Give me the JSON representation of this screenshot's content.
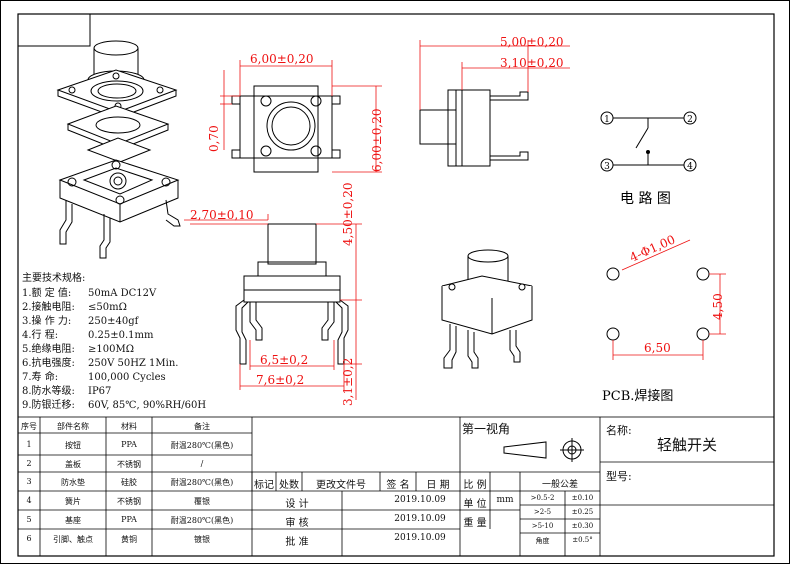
{
  "dimensions": {
    "top_width": "6,00±0,20",
    "top_offset": "0,70",
    "top_height": "6,00±0,20",
    "side_total": "5,00±0,20",
    "side_body": "3,10±0,20",
    "front_cap": "2,70±0,10",
    "front_height": "4,50±0,20",
    "front_pin_inner": "6,5±0,2",
    "front_pin_outer": "7,6±0,2",
    "front_pin_len": "3,1±0,2"
  },
  "circuit": {
    "title": "电 路 图",
    "pins": [
      "1",
      "2",
      "3",
      "4"
    ]
  },
  "pcb": {
    "title": "PCB.焊接图",
    "hole_dia": "4-Φ1,00",
    "dim_v": "4,50",
    "dim_h": "6,50"
  },
  "specs": {
    "title": "主要技术规格:",
    "items": [
      {
        "label": "1.额 定 值:",
        "value": "50mA DC12V"
      },
      {
        "label": "2.接触电阻:",
        "value": "≤50mΩ"
      },
      {
        "label": "3.操 作 力:",
        "value": "250±40gf"
      },
      {
        "label": "4.行    程:",
        "value": "0.25±0.1mm"
      },
      {
        "label": "5.绝缘电阻:",
        "value": "≥100MΩ"
      },
      {
        "label": "6.抗电强度:",
        "value": "250V 50HZ 1Min."
      },
      {
        "label": "7.寿    命:",
        "value": "100,000 Cycles"
      },
      {
        "label": "8.防水等级:",
        "value": "IP67"
      },
      {
        "label": "9.防银迁移:",
        "value": "60V, 85℃, 90%RH/60H"
      }
    ]
  },
  "bom": {
    "headers": [
      "序号",
      "部件名称",
      "材料",
      "备注"
    ],
    "rows": [
      [
        "1",
        "按钮",
        "PPA",
        "耐温280℃(黑色)"
      ],
      [
        "2",
        "盖板",
        "不锈钢",
        "/"
      ],
      [
        "3",
        "防水垫",
        "硅胶",
        "耐温280℃(黑色)"
      ],
      [
        "4",
        "簧片",
        "不锈钢",
        "覆银"
      ],
      [
        "5",
        "基座",
        "PPA",
        "耐温280℃(黑色)"
      ],
      [
        "6",
        "引脚、触点",
        "黄铜",
        "镀银"
      ]
    ]
  },
  "revision": {
    "headers": [
      "标记",
      "处数",
      "更改文件号",
      "签 名",
      "日 期"
    ],
    "rows": [
      {
        "label": "设  计",
        "date": "2019.10.09"
      },
      {
        "label": "审  核",
        "date": "2019.10.09"
      },
      {
        "label": "批  准",
        "date": "2019.10.09"
      }
    ]
  },
  "scale": {
    "ratio": "比  例",
    "unit_label": "单 位",
    "unit": "mm",
    "weight": "重 量"
  },
  "tolerance": {
    "title": "一般公差",
    "rows": [
      [
        ">0.5-2",
        "±0.10"
      ],
      [
        ">2-5",
        "±0.25"
      ],
      [
        ">5-10",
        "±0.30"
      ],
      [
        "角度",
        "±0.5°"
      ]
    ]
  },
  "projection": "第一视角",
  "name_label": "名称:",
  "name_value": "轻触开关",
  "model_label": "型号:"
}
